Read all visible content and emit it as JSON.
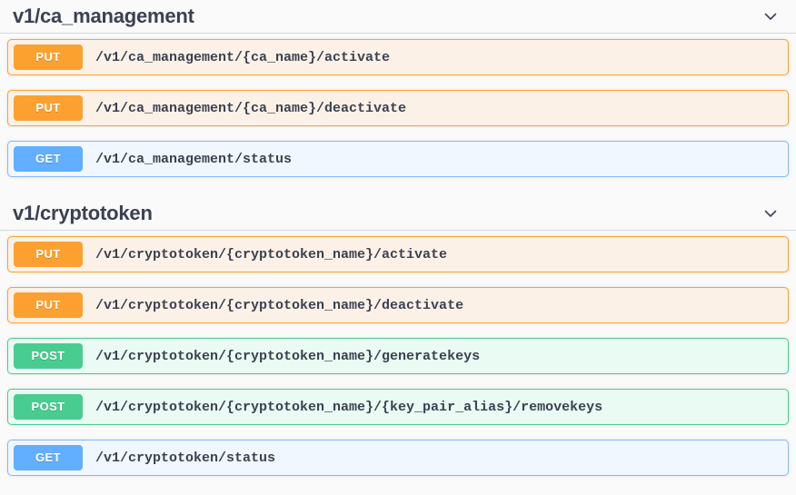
{
  "page": {
    "background_color": "#fafafa",
    "text_color": "#3b4151"
  },
  "method_colors": {
    "get": "#61affe",
    "post": "#49cc90",
    "put": "#fca130",
    "get_row_background": "#f1f7ff",
    "post_row_background": "#e9fbf2",
    "put_row_background": "#fbf1e6"
  },
  "sections": [
    {
      "title": "v1/ca_management",
      "toggle_icon": "chevron-down-icon",
      "operations": [
        {
          "method": "PUT",
          "path": "/v1/ca_management/{ca_name}/activate"
        },
        {
          "method": "PUT",
          "path": "/v1/ca_management/{ca_name}/deactivate"
        },
        {
          "method": "GET",
          "path": "/v1/ca_management/status"
        }
      ]
    },
    {
      "title": "v1/cryptotoken",
      "toggle_icon": "chevron-down-icon",
      "operations": [
        {
          "method": "PUT",
          "path": "/v1/cryptotoken/{cryptotoken_name}/activate"
        },
        {
          "method": "PUT",
          "path": "/v1/cryptotoken/{cryptotoken_name}/deactivate"
        },
        {
          "method": "POST",
          "path": "/v1/cryptotoken/{cryptotoken_name}/generatekeys"
        },
        {
          "method": "POST",
          "path": "/v1/cryptotoken/{cryptotoken_name}/{key_pair_alias}/removekeys"
        },
        {
          "method": "GET",
          "path": "/v1/cryptotoken/status"
        }
      ]
    }
  ]
}
